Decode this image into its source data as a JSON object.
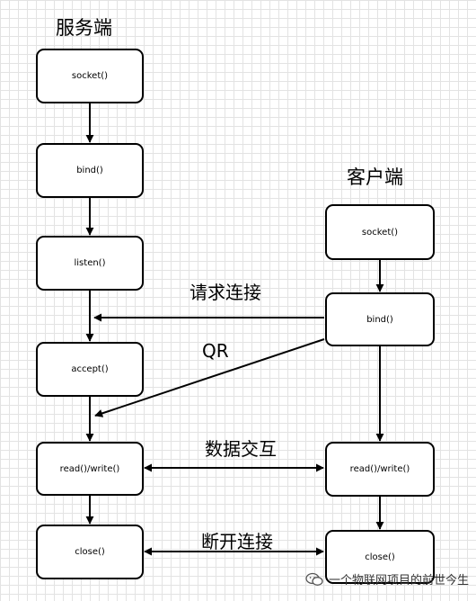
{
  "titles": {
    "server": "服务端",
    "client": "客户端"
  },
  "server": {
    "socket": "socket()",
    "bind": "bind()",
    "listen": "listen()",
    "accept": "accept()",
    "read_write": "read()/write()",
    "close": "close()"
  },
  "client": {
    "socket": "socket()",
    "bind": "bind()",
    "read_write": "read()/write()",
    "close": "close()"
  },
  "labels": {
    "request_connect": "请求连接",
    "qr": "QR",
    "data_exchange": "数据交互",
    "disconnect": "断开连接"
  },
  "watermark": {
    "icon": "wechat-icon",
    "text": "一个物联网项目的前世今生"
  },
  "colors": {
    "grid": "#e3e3e3",
    "line": "#000000",
    "box_fill": "#ffffff"
  }
}
